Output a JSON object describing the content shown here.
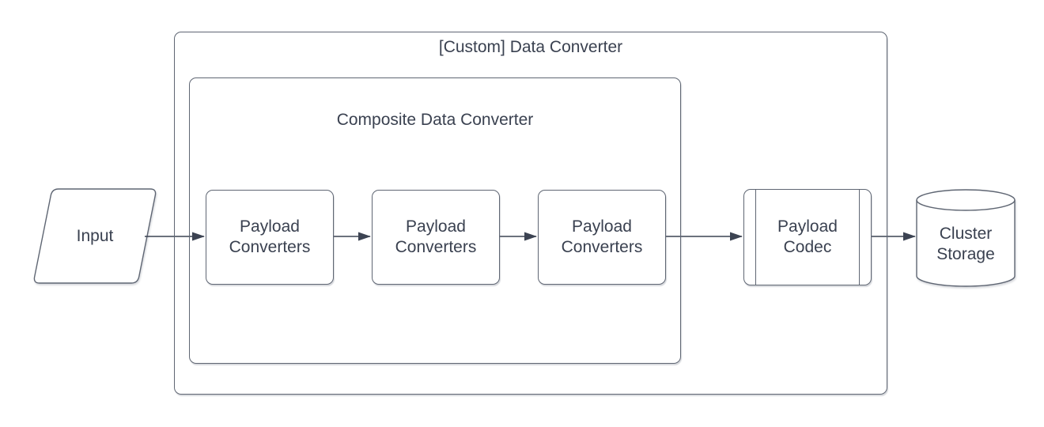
{
  "colors": {
    "stroke": "#5f6673",
    "text": "#3a4150",
    "arrow": "#3c4352",
    "background": "#ffffff"
  },
  "nodes": {
    "outer_group": {
      "label": "[Custom] Data Converter",
      "shape": "container"
    },
    "inner_group": {
      "label": "Composite Data Converter",
      "shape": "container"
    },
    "input": {
      "label": "Input",
      "shape": "parallelogram"
    },
    "payload_converters": [
      {
        "label": "Payload Converters",
        "shape": "rounded-rectangle"
      },
      {
        "label": "Payload Converters",
        "shape": "rounded-rectangle"
      },
      {
        "label": "Payload Converters",
        "shape": "rounded-rectangle"
      }
    ],
    "payload_codec": {
      "label": "Payload Codec",
      "shape": "predefined-process"
    },
    "cluster_storage": {
      "label": "Cluster Storage",
      "shape": "cylinder"
    }
  },
  "edges": [
    {
      "from": "input",
      "to": "payload-converters-1"
    },
    {
      "from": "payload-converters-1",
      "to": "payload-converters-2"
    },
    {
      "from": "payload-converters-2",
      "to": "payload-converters-3"
    },
    {
      "from": "payload-converters-3",
      "to": "payload-codec"
    },
    {
      "from": "payload-codec",
      "to": "cluster-storage"
    }
  ]
}
